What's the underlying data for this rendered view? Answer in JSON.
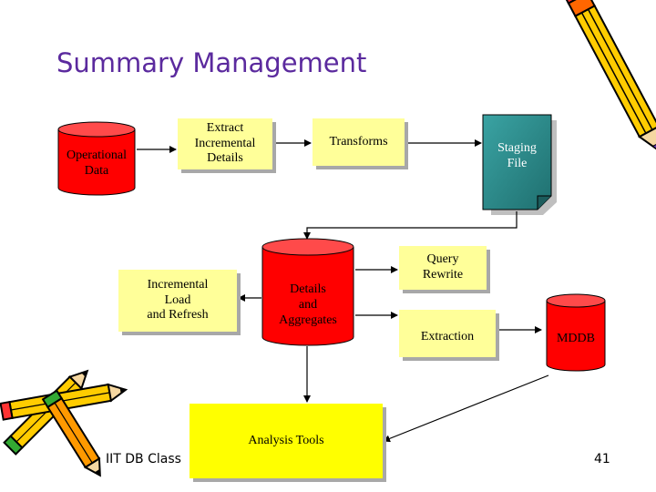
{
  "title": "Summary Management",
  "nodes": {
    "operational_data": {
      "label": "Operational\nData"
    },
    "extract": {
      "label": "Extract\nIncremental\nDetails"
    },
    "transforms": {
      "label": "Transforms"
    },
    "staging_file": {
      "label": "Staging\nFile"
    },
    "incremental_load": {
      "label": "Incremental\nLoad\nand Refresh"
    },
    "details_aggregates": {
      "label": "Details\nand\nAggregates"
    },
    "query_rewrite": {
      "label": "Query\nRewrite"
    },
    "extraction": {
      "label": "Extraction"
    },
    "mddb": {
      "label": "MDDB"
    },
    "analysis_tools": {
      "label": "Analysis Tools"
    }
  },
  "footer": {
    "class_name": "IIT DB Class",
    "page_number": "41"
  },
  "colors": {
    "title": "#5b2a9e",
    "process_box": "#ffff99",
    "analysis_box": "#ffff00",
    "database": "#ff0000",
    "staging_file": "#2f8f8f",
    "arrow": "#000000"
  },
  "icons": [
    "pencil-icon",
    "pencils-group-icon"
  ]
}
